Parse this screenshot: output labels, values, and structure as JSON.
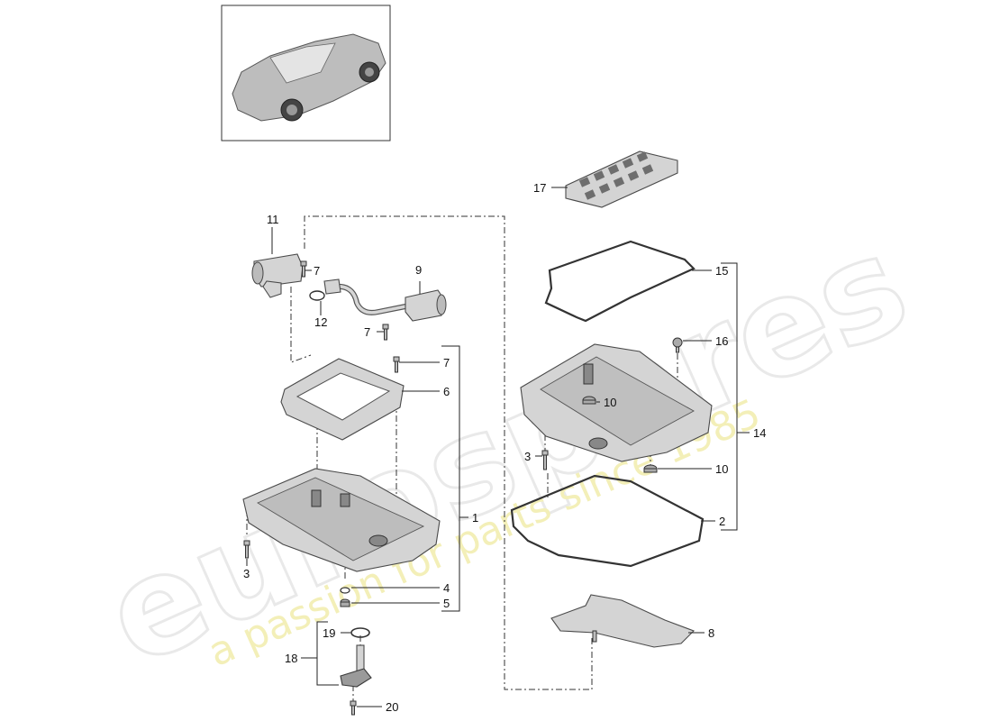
{
  "watermark": {
    "brand": "eurospares",
    "tagline": "a passion for parts since 1985"
  },
  "callouts": {
    "c1": "1",
    "c2": "2",
    "c3a": "3",
    "c3b": "3",
    "c4": "4",
    "c5": "5",
    "c6": "6",
    "c7a": "7",
    "c7b": "7",
    "c7c": "7",
    "c8": "8",
    "c9": "9",
    "c10a": "10",
    "c10b": "10",
    "c11": "11",
    "c12": "12",
    "c14": "14",
    "c15": "15",
    "c16": "16",
    "c17": "17",
    "c18": "18",
    "c19": "19",
    "c20": "20"
  }
}
